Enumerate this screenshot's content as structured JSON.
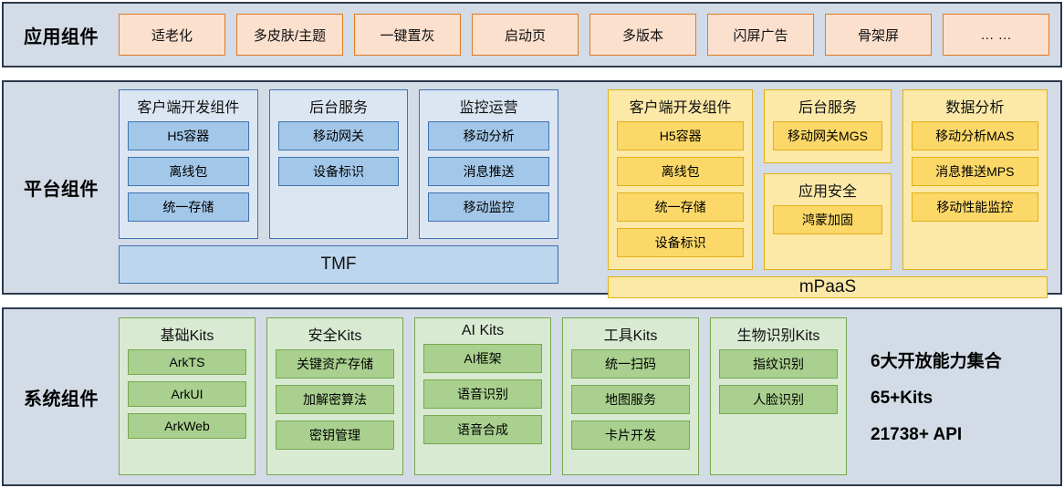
{
  "rows": {
    "application": {
      "label": "应用组件",
      "chips": [
        "适老化",
        "多皮肤/主题",
        "一键置灰",
        "启动页",
        "多版本",
        "闪屏广告",
        "骨架屏",
        "… …"
      ]
    },
    "platform": {
      "label": "平台组件",
      "tmf": {
        "bar": "TMF",
        "groups": [
          {
            "title": "客户端开发组件",
            "items": [
              "H5容器",
              "离线包",
              "统一存储"
            ]
          },
          {
            "title": "后台服务",
            "items": [
              "移动网关",
              "设备标识"
            ]
          },
          {
            "title": "监控运营",
            "items": [
              "移动分析",
              "消息推送",
              "移动监控"
            ]
          }
        ]
      },
      "mpaas": {
        "bar": "mPaaS",
        "groups": [
          {
            "title": "客户端开发组件",
            "items": [
              "H5容器",
              "离线包",
              "统一存储",
              "设备标识"
            ]
          },
          {
            "title": "后台服务",
            "items": [
              "移动网关MGS"
            ]
          },
          {
            "title": "应用安全",
            "items": [
              "鸿蒙加固"
            ]
          },
          {
            "title": "数据分析",
            "items": [
              "移动分析MAS",
              "消息推送MPS",
              "移动性能监控"
            ]
          }
        ]
      }
    },
    "system": {
      "label": "系统组件",
      "groups": [
        {
          "title": "基础Kits",
          "items": [
            "ArkTS",
            "ArkUI",
            "ArkWeb"
          ]
        },
        {
          "title": "安全Kits",
          "items": [
            "关键资产存储",
            "加解密算法",
            "密钥管理"
          ]
        },
        {
          "title": "AI Kits",
          "items": [
            "AI框架",
            "语音识别",
            "语音合成"
          ]
        },
        {
          "title": "工具Kits",
          "items": [
            "统一扫码",
            "地图服务",
            "卡片开发"
          ]
        },
        {
          "title": "生物识别Kits",
          "items": [
            "指纹识别",
            "人脸识别"
          ]
        }
      ],
      "summary": [
        "6大开放能力集合",
        "65+Kits",
        "21738+ API"
      ]
    }
  },
  "colors": {
    "panel_bg": "#d3dbe6",
    "panel_border": "#2e3a4d",
    "orange_border": "#e07b24",
    "orange_fill": "#fbe0ce",
    "blue_border": "#3f72b0",
    "blue_fill": "#dce6f2",
    "blue_chip": "#a3c7e8",
    "gold_border": "#e2b017",
    "gold_fill": "#fce9a8",
    "gold_chip": "#fcd869",
    "green_border": "#76a84f",
    "green_fill": "#d9ead3",
    "green_chip": "#a9d08e"
  }
}
